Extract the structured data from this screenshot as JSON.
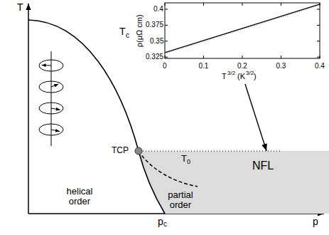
{
  "diagram": {
    "nodes": [
      {
        "text": [
          "0.4",
          "0.375",
          "0.35",
          "0.325",
          "0",
          "0.1",
          "0.2",
          "0.3",
          "0.4",
          "ρ(μΩ cm)",
          "T",
          "3/2",
          "(K",
          "3/2",
          ")"
        ]
      },
      {
        "text": [
          "NFL"
        ]
      }
    ],
    "edges": [
      {
        "from": 0,
        "to": 1,
        "arrow": "to"
      }
    ],
    "labels": [
      "T",
      "T",
      "c",
      "helical order",
      "TCP",
      "T",
      "0",
      "partial order",
      "p",
      "c",
      "p"
    ]
  }
}
